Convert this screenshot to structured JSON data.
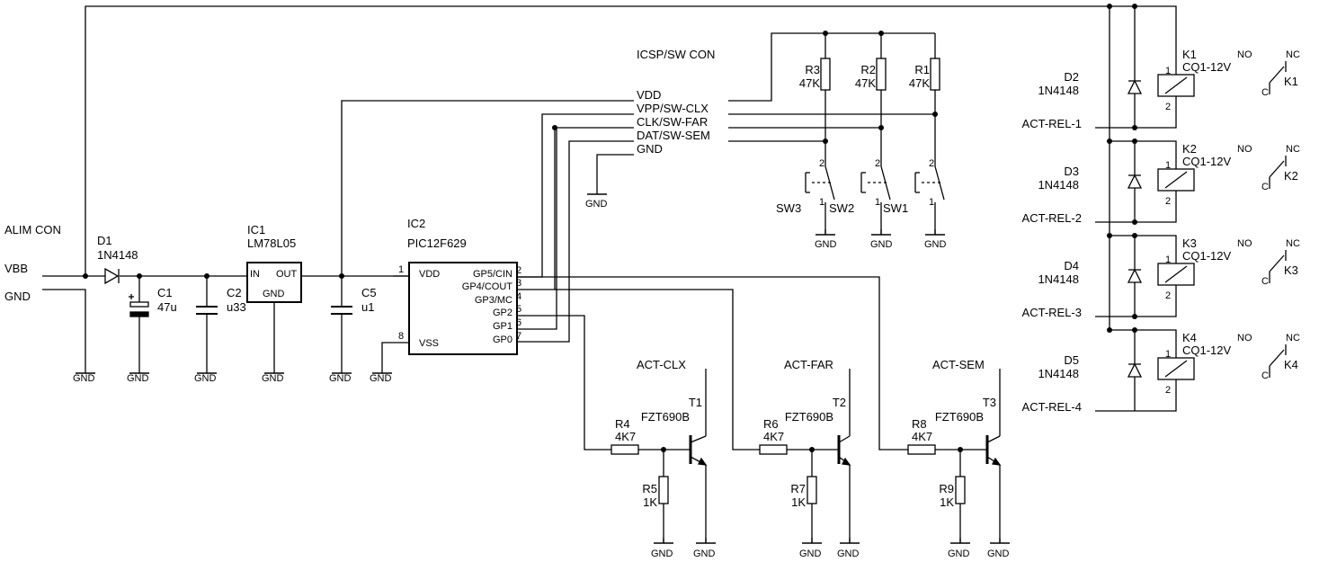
{
  "connector_alim": {
    "title": "ALIM CON",
    "vbb": "VBB",
    "gnd": "GND"
  },
  "connector_icsp": {
    "title": "ICSP/SW CON",
    "pins": [
      "VDD",
      "VPP/SW-CLX",
      "CLK/SW-FAR",
      "DAT/SW-SEM",
      "GND"
    ]
  },
  "d1": {
    "ref": "D1",
    "value": "1N4148"
  },
  "c1": {
    "ref": "C1",
    "value": "47u"
  },
  "c2": {
    "ref": "C2",
    "value": "u33"
  },
  "c5": {
    "ref": "C5",
    "value": "u1"
  },
  "ic1": {
    "ref": "IC1",
    "value": "LM78L05",
    "pin_in": "IN",
    "pin_out": "OUT",
    "pin_gnd": "GND"
  },
  "ic2": {
    "ref": "IC2",
    "value": "PIC12F629",
    "vdd": "VDD",
    "vss": "VSS",
    "pins_right": [
      "GP5/CIN",
      "GP4/COUT",
      "GP3/MC",
      "GP2",
      "GP1",
      "GP0"
    ],
    "pin_numbers_right": [
      "2",
      "3",
      "4",
      "5",
      "6",
      "7"
    ],
    "pin1": "1",
    "pin8": "8"
  },
  "gnd_label": "GND",
  "resistors_pullup": [
    {
      "ref": "R3",
      "value": "47K"
    },
    {
      "ref": "R2",
      "value": "47K"
    },
    {
      "ref": "R1",
      "value": "47K"
    }
  ],
  "switches": [
    "SW3",
    "SW2",
    "SW1"
  ],
  "switch_pin1": "1",
  "switch_pin2": "2",
  "drivers": [
    {
      "net": "ACT-CLX",
      "rb_ref": "R4",
      "rb_val": "4K7",
      "rp_ref": "R5",
      "rp_val": "1K",
      "t_ref": "T1",
      "t_val": "FZT690B"
    },
    {
      "net": "ACT-FAR",
      "rb_ref": "R6",
      "rb_val": "4K7",
      "rp_ref": "R7",
      "rp_val": "1K",
      "t_ref": "T2",
      "t_val": "FZT690B"
    },
    {
      "net": "ACT-SEM",
      "rb_ref": "R8",
      "rb_val": "4K7",
      "rp_ref": "R9",
      "rp_val": "1K",
      "t_ref": "T3",
      "t_val": "FZT690B"
    }
  ],
  "relays": [
    {
      "diode": "D2",
      "diode_val": "1N4148",
      "ref": "K1",
      "value": "CQ1-12V",
      "act": "ACT-REL-1"
    },
    {
      "diode": "D3",
      "diode_val": "1N4148",
      "ref": "K2",
      "value": "CQ1-12V",
      "act": "ACT-REL-2"
    },
    {
      "diode": "D4",
      "diode_val": "1N4148",
      "ref": "K3",
      "value": "CQ1-12V",
      "act": "ACT-REL-3"
    },
    {
      "diode": "D5",
      "diode_val": "1N4148",
      "ref": "K4",
      "value": "CQ1-12V",
      "act": "ACT-REL-4"
    }
  ],
  "contact": {
    "no": "NO",
    "nc": "NC",
    "c": "C"
  },
  "relay_pin1": "1",
  "relay_pin2": "2"
}
